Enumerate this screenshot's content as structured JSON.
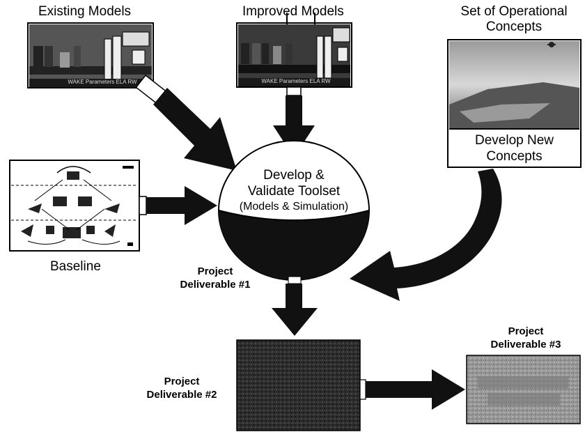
{
  "headers": {
    "existing_models": "Existing Models",
    "improved_models": "Improved Models",
    "operational_concepts": "Set of Operational\nConcepts"
  },
  "thumbnails": {
    "existing_footer": "WAKE Parameters ELA RW",
    "improved_footer": "WAKE Parameters ELA RW"
  },
  "concepts_box": {
    "caption": "Develop New\nConcepts"
  },
  "baseline_label": "Baseline",
  "toolset": {
    "line1": "Develop &",
    "line2": "Validate Toolset",
    "line3": "(Models & Simulation)"
  },
  "deliverables": {
    "d1": "Project\nDeliverable #1",
    "d2": "Project\nDeliverable #2",
    "d3": "Project\nDeliverable #3"
  },
  "colors": {
    "dark": "#111111",
    "grey_box": "#3a3a3a",
    "light_grey_box": "#8c8c8c"
  }
}
